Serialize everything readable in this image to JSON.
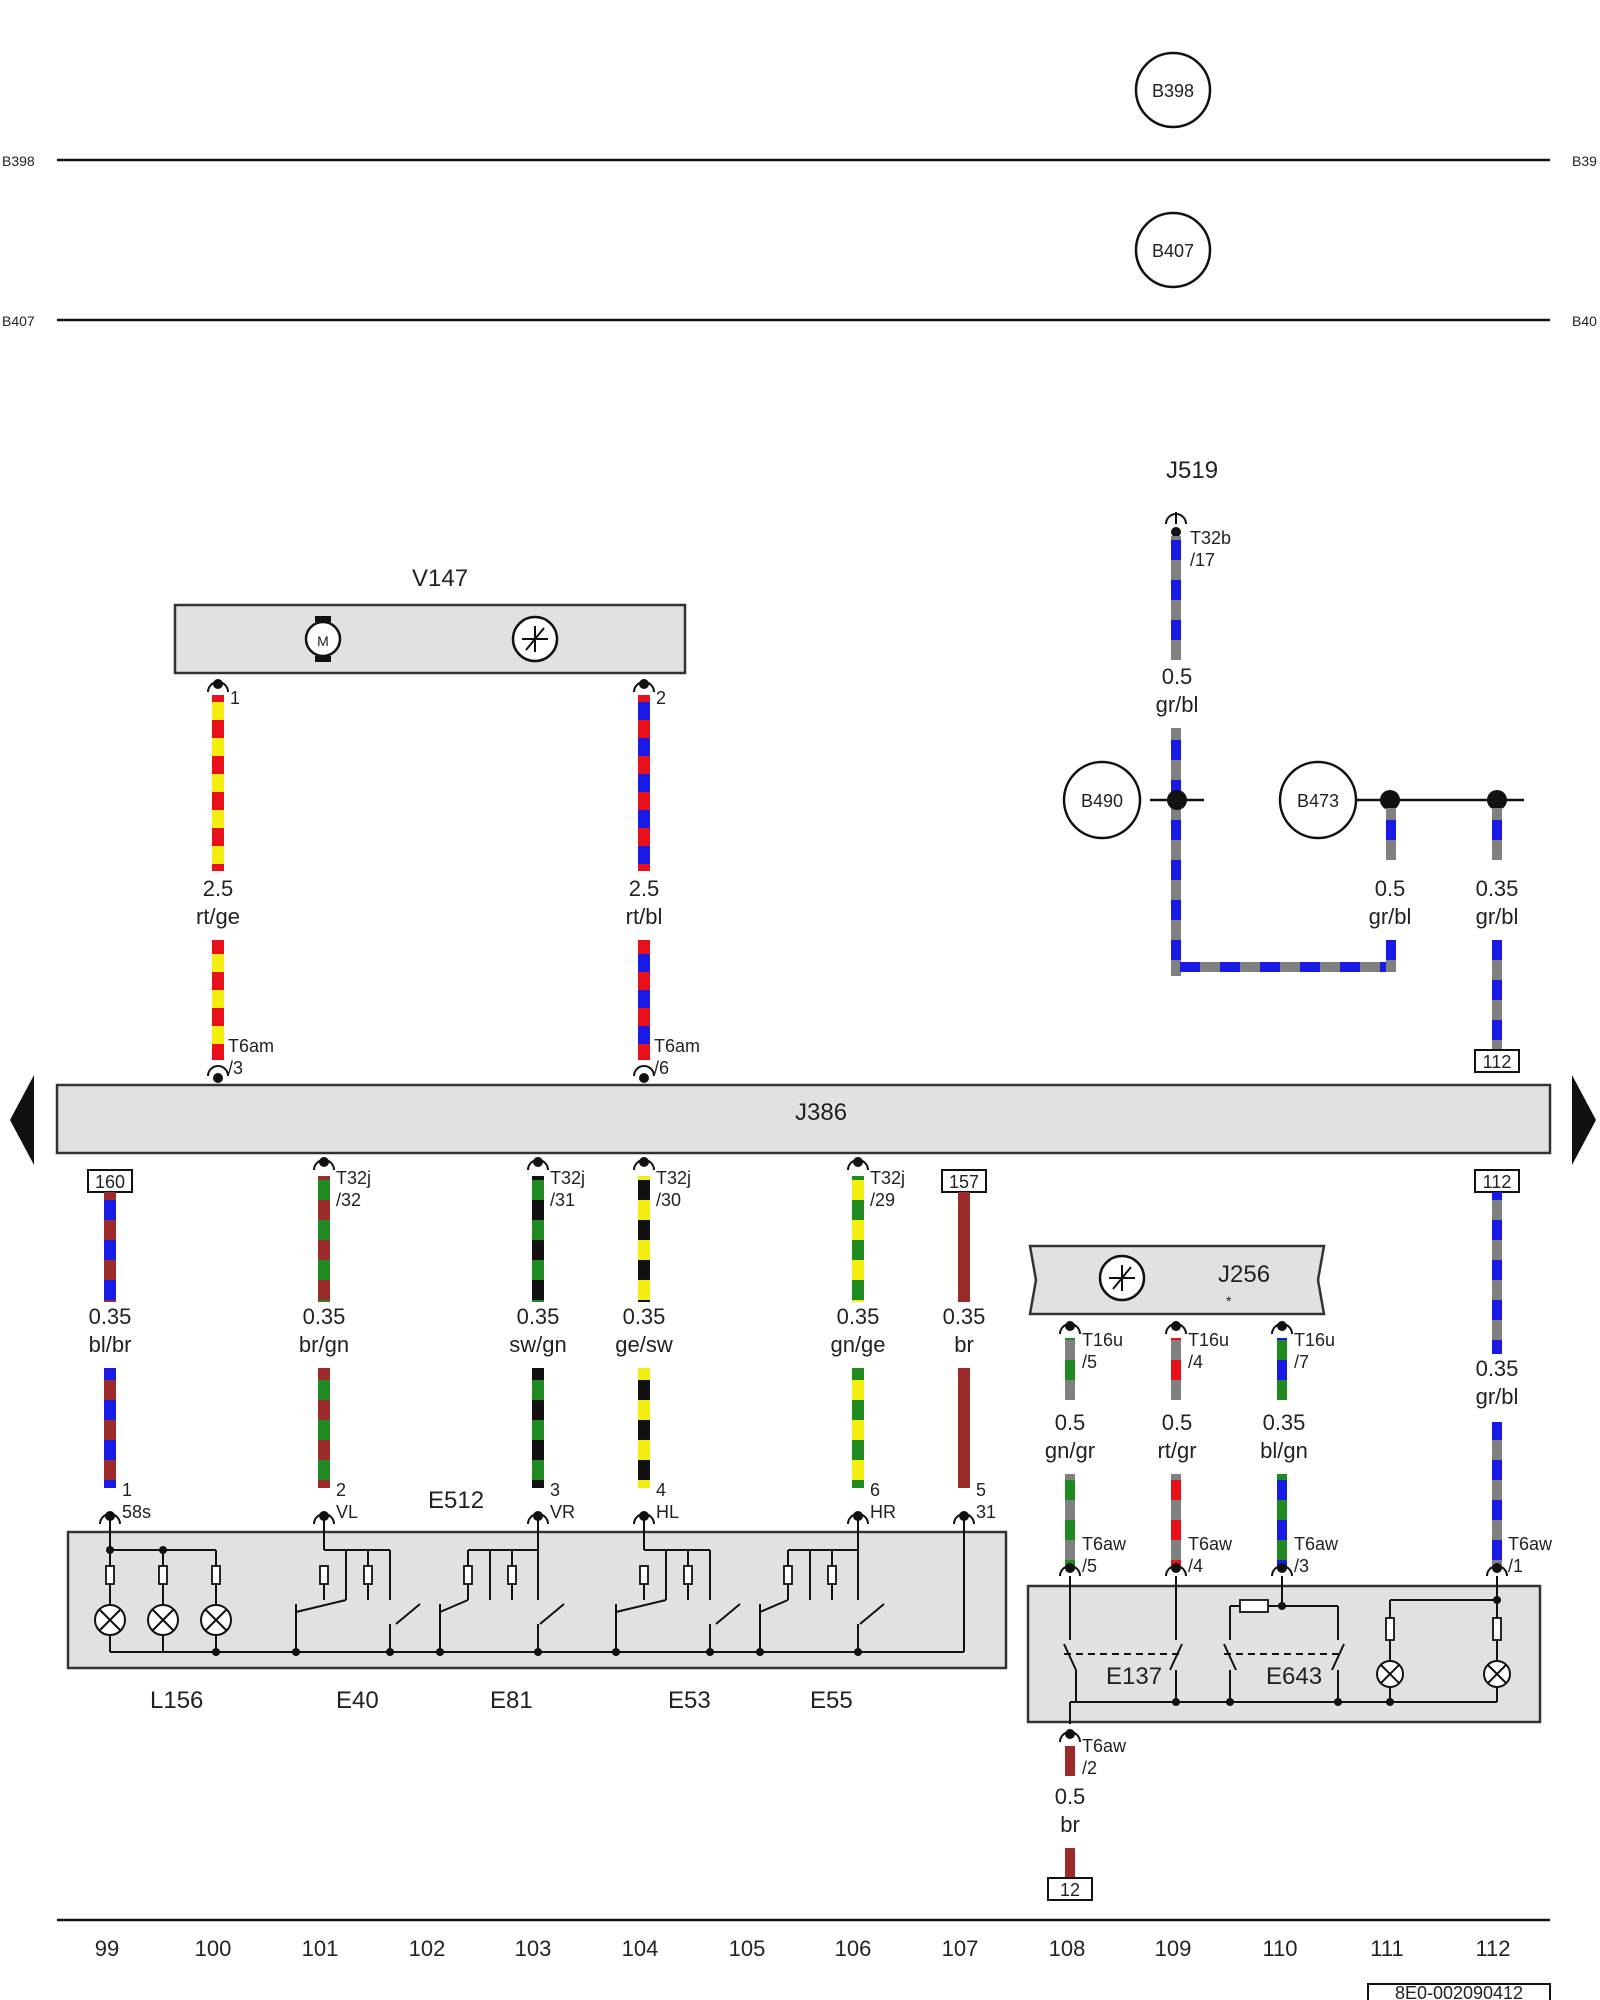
{
  "buses": [
    {
      "label_left": "B398",
      "label_right": "B39",
      "marker": "B398"
    },
    {
      "label_left": "B407",
      "label_right": "B40",
      "marker": "B407"
    }
  ],
  "components": {
    "v147": "V147",
    "j519": "J519",
    "j386": "J386",
    "j256": "J256",
    "j256_note": "*",
    "e512": "E512",
    "l156": "L156",
    "e40": "E40",
    "e81": "E81",
    "e53": "E53",
    "e55": "E55",
    "e137": "E137",
    "e643": "E643",
    "b490": "B490",
    "b473": "B473",
    "motor_symbol": "M"
  },
  "connectors": {
    "t32b": [
      "T32b",
      "/17"
    ],
    "t6am3": [
      "T6am",
      "/3"
    ],
    "t6am6": [
      "T6am",
      "/6"
    ],
    "v147_p1": "1",
    "v147_p2": "2",
    "t32j32": [
      "T32j",
      "/32"
    ],
    "t32j31": [
      "T32j",
      "/31"
    ],
    "t32j30": [
      "T32j",
      "/30"
    ],
    "t32j29": [
      "T32j",
      "/29"
    ],
    "t16u5": [
      "T16u",
      "/5"
    ],
    "t16u4": [
      "T16u",
      "/4"
    ],
    "t16u7": [
      "T16u",
      "/7"
    ],
    "t6aw5": [
      "T6aw",
      "/5"
    ],
    "t6aw4": [
      "T6aw",
      "/4"
    ],
    "t6aw3": [
      "T6aw",
      "/3"
    ],
    "t6aw1": [
      "T6aw",
      "/1"
    ],
    "t6aw2": [
      "T6aw",
      "/2"
    ],
    "e512_pins": [
      {
        "num": "1",
        "name": "58s"
      },
      {
        "num": "2",
        "name": "VL"
      },
      {
        "num": "3",
        "name": "VR"
      },
      {
        "num": "4",
        "name": "HL"
      },
      {
        "num": "6",
        "name": "HR"
      },
      {
        "num": "5",
        "name": "31"
      }
    ]
  },
  "wires": [
    {
      "size": "0.5",
      "color": "gr/bl"
    },
    {
      "size": "2.5",
      "color": "rt/ge"
    },
    {
      "size": "2.5",
      "color": "rt/bl"
    },
    {
      "size": "0.5",
      "color": "gr/bl"
    },
    {
      "size": "0.35",
      "color": "gr/bl"
    },
    {
      "size": "0.35",
      "color": "bl/br"
    },
    {
      "size": "0.35",
      "color": "br/gn"
    },
    {
      "size": "0.35",
      "color": "sw/gn"
    },
    {
      "size": "0.35",
      "color": "ge/sw"
    },
    {
      "size": "0.35",
      "color": "gn/ge"
    },
    {
      "size": "0.35",
      "color": "br"
    },
    {
      "size": "0.5",
      "color": "gn/gr"
    },
    {
      "size": "0.5",
      "color": "rt/gr"
    },
    {
      "size": "0.35",
      "color": "bl/gn"
    },
    {
      "size": "0.35",
      "color": "gr/bl"
    },
    {
      "size": "0.5",
      "color": "br"
    }
  ],
  "refs": {
    "r112a": "112",
    "r160": "160",
    "r157": "157",
    "r112b": "112",
    "r12": "12"
  },
  "grid": [
    "99",
    "100",
    "101",
    "102",
    "103",
    "104",
    "105",
    "106",
    "107",
    "108",
    "109",
    "110",
    "111",
    "112"
  ],
  "doc_id": "8E0-002090412",
  "colors": {
    "rt": "#e8101b",
    "ge": "#f4ee10",
    "bl": "#1a1ae6",
    "gr": "#808080",
    "br": "#9b2b2b",
    "gn": "#1f8a1f",
    "sw": "#111111",
    "panel": "#e1e1e1"
  }
}
